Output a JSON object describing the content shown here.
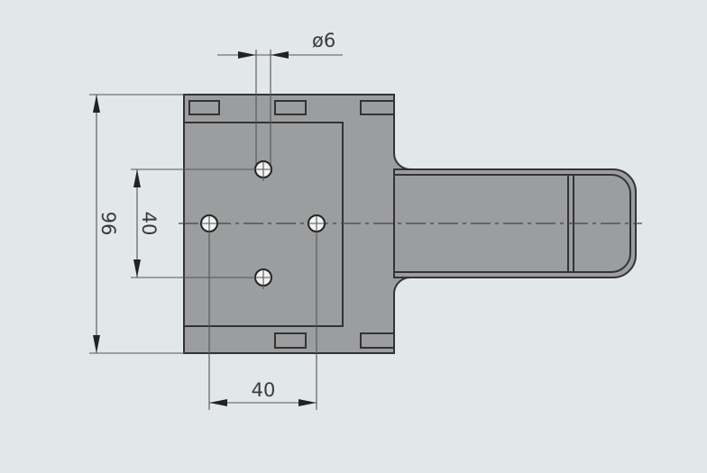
{
  "drawing": {
    "dimensions": {
      "hole_diameter": "ø6",
      "overall_height": "96",
      "hole_spacing_vertical": "40",
      "hole_spacing_horizontal": "40"
    },
    "colors": {
      "background": "#e2e7e9",
      "part": "#9c9d9f",
      "line": "#333333"
    }
  }
}
